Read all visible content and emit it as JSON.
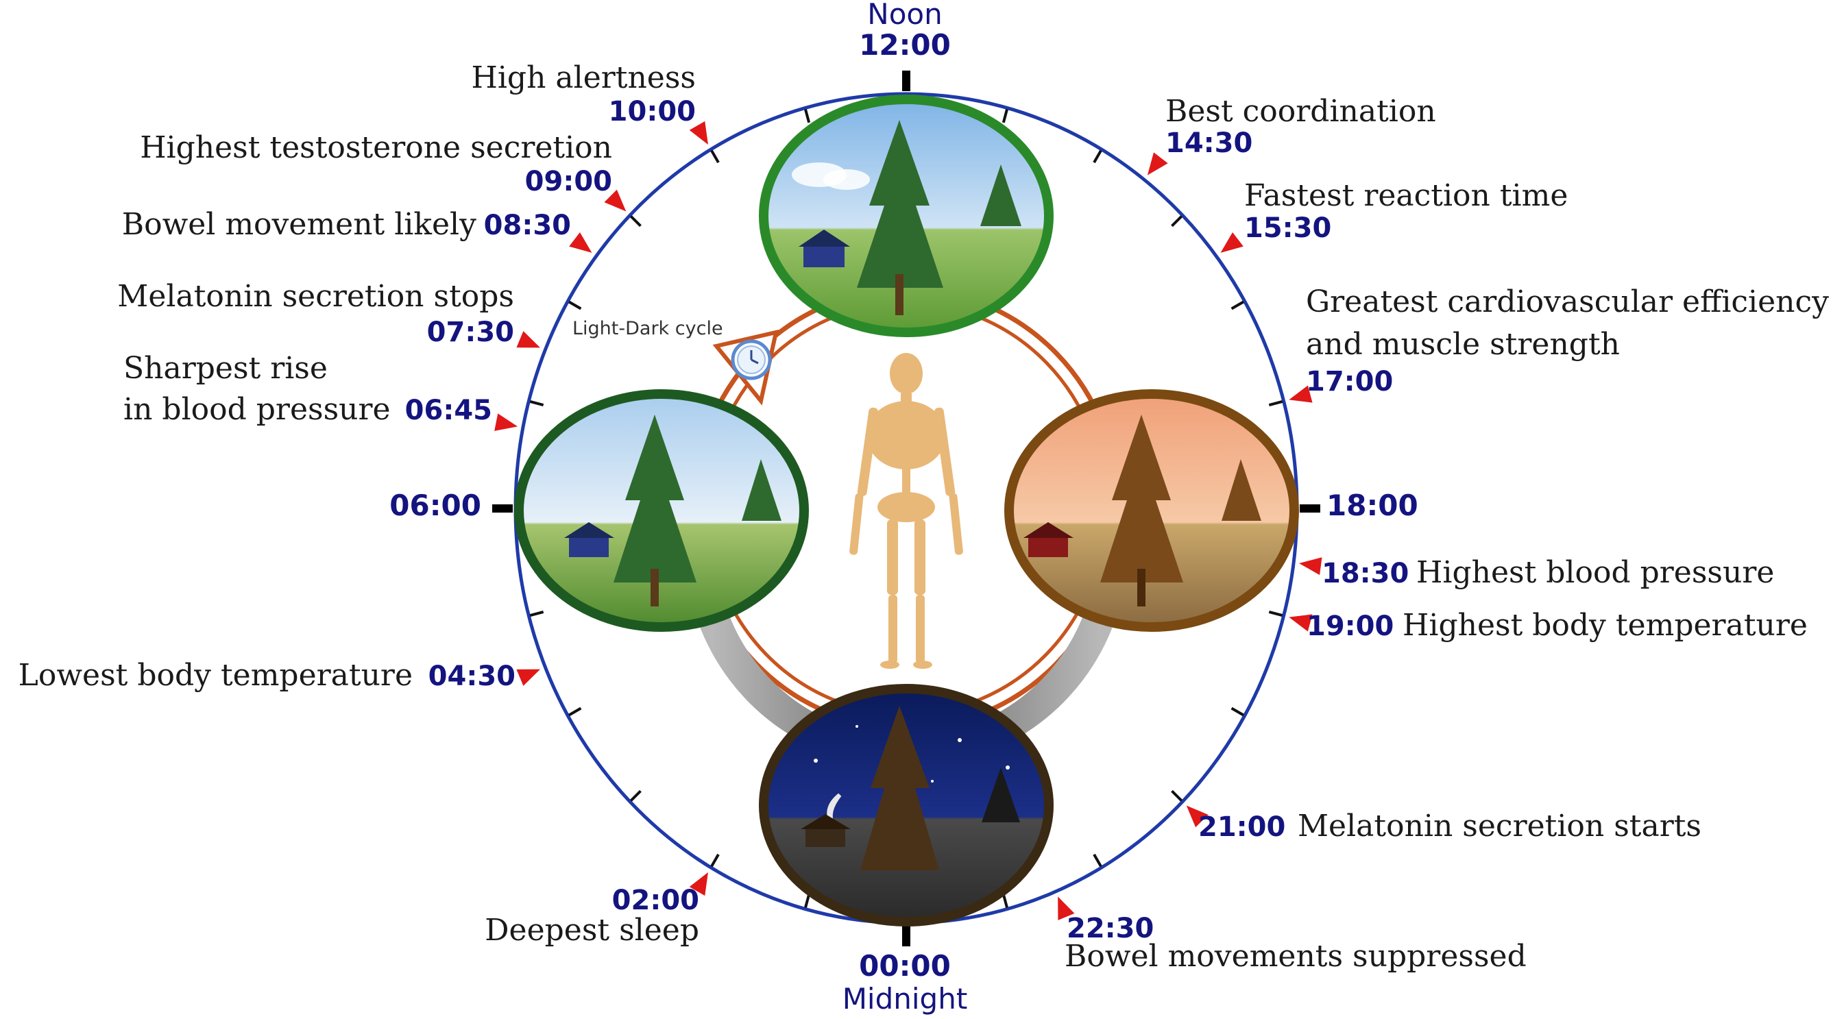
{
  "colors": {
    "clock_ring": "#1f3aa8",
    "time_text": "#141480",
    "marker": "#e01818",
    "inner_ring": "#c8541d",
    "night_arc": "#8a8a8a",
    "noon_frame": "#2a8a2a",
    "morning_frame": "#1d5a22",
    "evening_frame": "#7a4a12",
    "night_frame": "#3a2a14",
    "skeleton": "#e8b878"
  },
  "clock": {
    "noon_label": "Noon",
    "noon_time": "12:00",
    "midnight_time": "00:00",
    "midnight_label": "Midnight",
    "left_time": "06:00",
    "right_time": "18:00"
  },
  "inner": {
    "cycle_label": "Light-Dark cycle",
    "icons": [
      "clock-icon",
      "skeleton-icon",
      "tree-icon",
      "house-icon"
    ]
  },
  "events": [
    {
      "time": "10:00",
      "text": "High alertness"
    },
    {
      "time": "09:00",
      "text": "Highest testosterone secretion"
    },
    {
      "time": "08:30",
      "text": "Bowel movement likely"
    },
    {
      "time": "07:30",
      "text": "Melatonin secretion stops"
    },
    {
      "time": "06:45",
      "text": "Sharpest rise",
      "text2": "in blood pressure"
    },
    {
      "time": "04:30",
      "text": "Lowest body temperature"
    },
    {
      "time": "02:00",
      "text": "Deepest sleep"
    },
    {
      "time": "14:30",
      "text": "Best coordination"
    },
    {
      "time": "15:30",
      "text": "Fastest reaction time"
    },
    {
      "time": "17:00",
      "text": "Greatest cardiovascular efficiency",
      "text2": "and muscle strength"
    },
    {
      "time": "18:30",
      "text": "Highest blood pressure"
    },
    {
      "time": "19:00",
      "text": "Highest body temperature"
    },
    {
      "time": "21:00",
      "text": "Melatonin secretion starts"
    },
    {
      "time": "22:30",
      "text": "Bowel movements suppressed"
    }
  ]
}
